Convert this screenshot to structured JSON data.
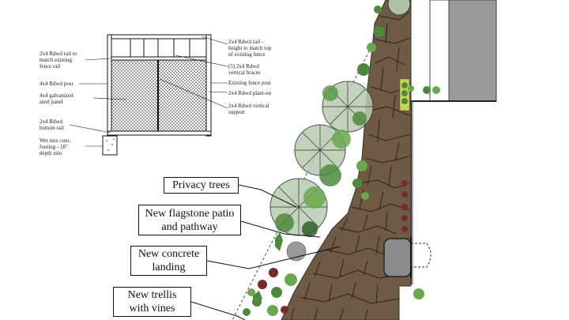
{
  "fence_detail": {
    "left_notes": [
      "2x4 Rdwd rail to\nmatch existing\nfence rail",
      "4x4 Rdwd post",
      "4x4 galvanized\nsteel panel",
      "2x4 Rdwd\nbottom rail",
      "Wet mix conc.\nfooting - 18\"\ndepth min"
    ],
    "right_notes": [
      "2x4 Rdwd rail -\nheight to match top\nof existing fence",
      "(5) 2x4 Rdwd\nvertical braces",
      "Existing fence post",
      "2x4 Rdwd plant-on",
      "2x4 Rdwd vertical\nsupport"
    ]
  },
  "callouts": [
    "Privacy trees",
    "New flagstone patio\nand pathway",
    "New concrete\nlanding",
    "New trellis\nwith vines"
  ],
  "colors": {
    "flagstone": "#6e5a45",
    "tree_canopy": "#b8ccb0",
    "shrub_green": "#4e8a3c",
    "building_gray": "#9a9a9a",
    "landing_gray": "#8c8c8c",
    "accent_red": "#7a2a2a"
  }
}
